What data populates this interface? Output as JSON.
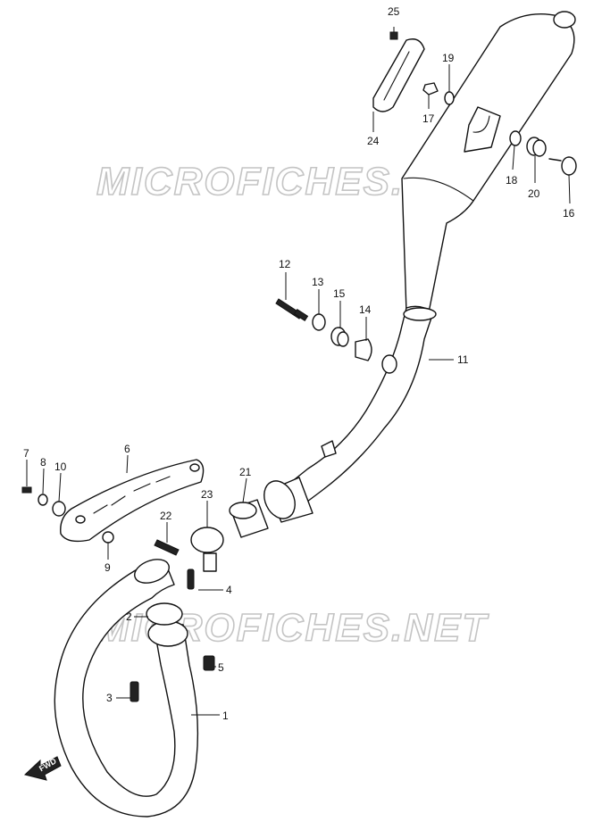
{
  "watermark": {
    "upper": "MICROFICHES.NET",
    "lower": "MICROFICHES.NET"
  },
  "fwd_label": "FWD",
  "callouts": {
    "p1": "1",
    "p2": "2",
    "p3": "3",
    "p4": "4",
    "p5": "5",
    "p6": "6",
    "p7": "7",
    "p8": "8",
    "p9": "9",
    "p10": "10",
    "p11": "11",
    "p12": "12",
    "p13": "13",
    "p14": "14",
    "p15": "15",
    "p16": "16",
    "p17": "17",
    "p18": "18",
    "p19": "19",
    "p20": "20",
    "p21": "21",
    "p22": "22",
    "p23": "23",
    "p24": "24",
    "p25": "25"
  },
  "colors": {
    "line": "#111111",
    "watermark": "#c4c4c4",
    "background": "#ffffff"
  }
}
